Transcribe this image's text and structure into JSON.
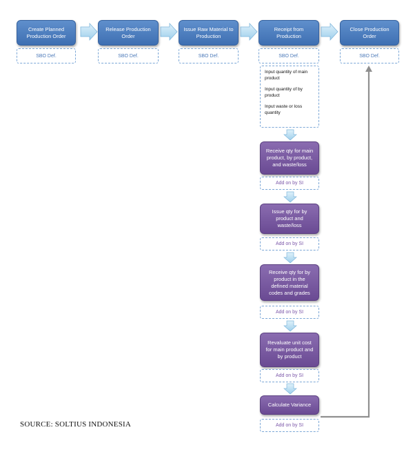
{
  "steps": [
    {
      "label": "Create Planned Production Order",
      "def": "SBO Def."
    },
    {
      "label": "Release Production Order",
      "def": "SBO Def."
    },
    {
      "label": "Issue Raw Material to Production",
      "def": "SBO Def."
    },
    {
      "label": "Receipt from Production",
      "def": "SBO Def."
    },
    {
      "label": "Close Production Order",
      "def": "SBO Def."
    }
  ],
  "inputs": [
    "Input quantity of main product",
    "Input quantity of by product",
    "Input waste or loss quantity"
  ],
  "substeps": [
    {
      "label": "Receive qty for main product, by product, and waste/loss",
      "note": "Add on by SI"
    },
    {
      "label": "Issue qty for by product and waste/loss",
      "note": "Add on by SI"
    },
    {
      "label": "Receive qty for by product in the defined material codes and grades",
      "note": "Add on by SI"
    },
    {
      "label": "Revaluate unit cost for main product and by product",
      "note": "Add on by SI"
    },
    {
      "label": "Calculate Variance",
      "note": "Add on by SI"
    }
  ],
  "source": "SOURCE: SOLTIUS INDONESIA",
  "colors": {
    "step": "#4a7bbf",
    "substep": "#7a5aa3",
    "arrow": "#8f8f8f",
    "connector": "#a8d4ee"
  }
}
